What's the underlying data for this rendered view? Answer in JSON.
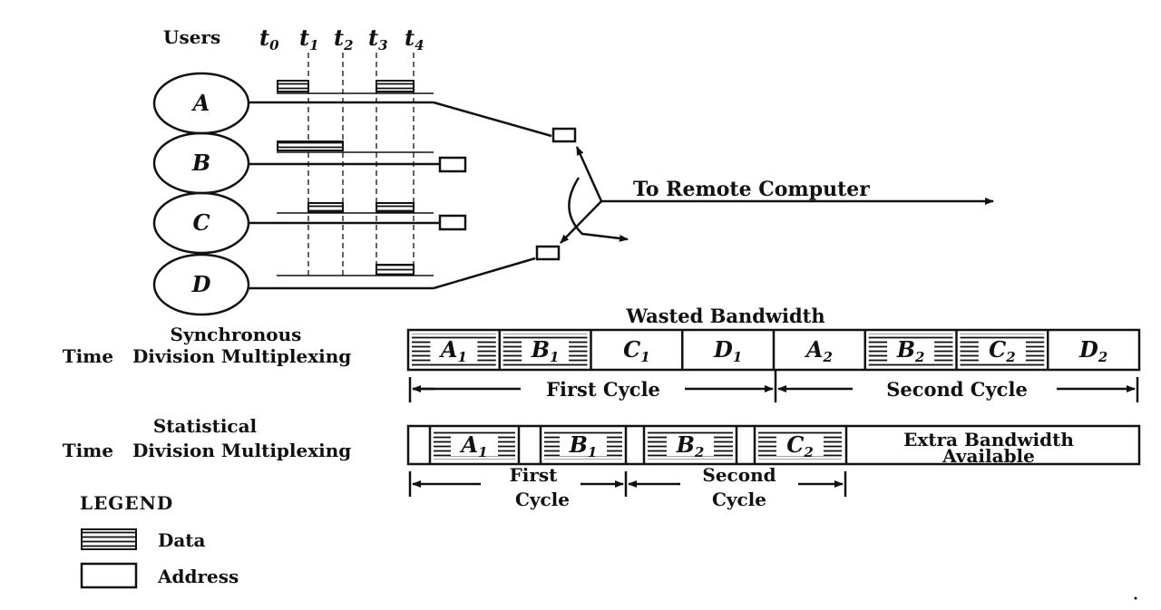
{
  "users_label": "Users",
  "time_marks": [
    {
      "base": "t",
      "sub": "0"
    },
    {
      "base": "t",
      "sub": "1"
    },
    {
      "base": "t",
      "sub": "2"
    },
    {
      "base": "t",
      "sub": "3"
    },
    {
      "base": "t",
      "sub": "4"
    }
  ],
  "users": [
    "A",
    "B",
    "C",
    "D"
  ],
  "remote_label": "To Remote Computer",
  "sync": {
    "label_line1": "Synchronous",
    "label_line2": "Time   Division Multiplexing",
    "wasted_label": "Wasted Bandwidth",
    "slots": [
      {
        "base": "A",
        "sub": "1",
        "type": "data"
      },
      {
        "base": "B",
        "sub": "1",
        "type": "data"
      },
      {
        "base": "C",
        "sub": "1",
        "type": "empty"
      },
      {
        "base": "D",
        "sub": "1",
        "type": "empty"
      },
      {
        "base": "A",
        "sub": "2",
        "type": "empty"
      },
      {
        "base": "B",
        "sub": "2",
        "type": "data"
      },
      {
        "base": "C",
        "sub": "2",
        "type": "data"
      },
      {
        "base": "D",
        "sub": "2",
        "type": "empty"
      }
    ],
    "first_cycle": "First Cycle",
    "second_cycle": "Second Cycle"
  },
  "stat": {
    "label_line1": "Statistical",
    "label_line2": "Time   Division Multiplexing",
    "slots": [
      {
        "base": "A",
        "sub": "1"
      },
      {
        "base": "B",
        "sub": "1"
      },
      {
        "base": "B",
        "sub": "2"
      },
      {
        "base": "C",
        "sub": "2"
      }
    ],
    "extra_line1": "Extra Bandwidth",
    "extra_line2": "Available",
    "first_cycle_line1": "First",
    "first_cycle_line2": "Cycle",
    "second_cycle_line1": "Second",
    "second_cycle_line2": "Cycle"
  },
  "legend": {
    "title": "LEGEND",
    "data_label": "Data",
    "address_label": "Address"
  }
}
